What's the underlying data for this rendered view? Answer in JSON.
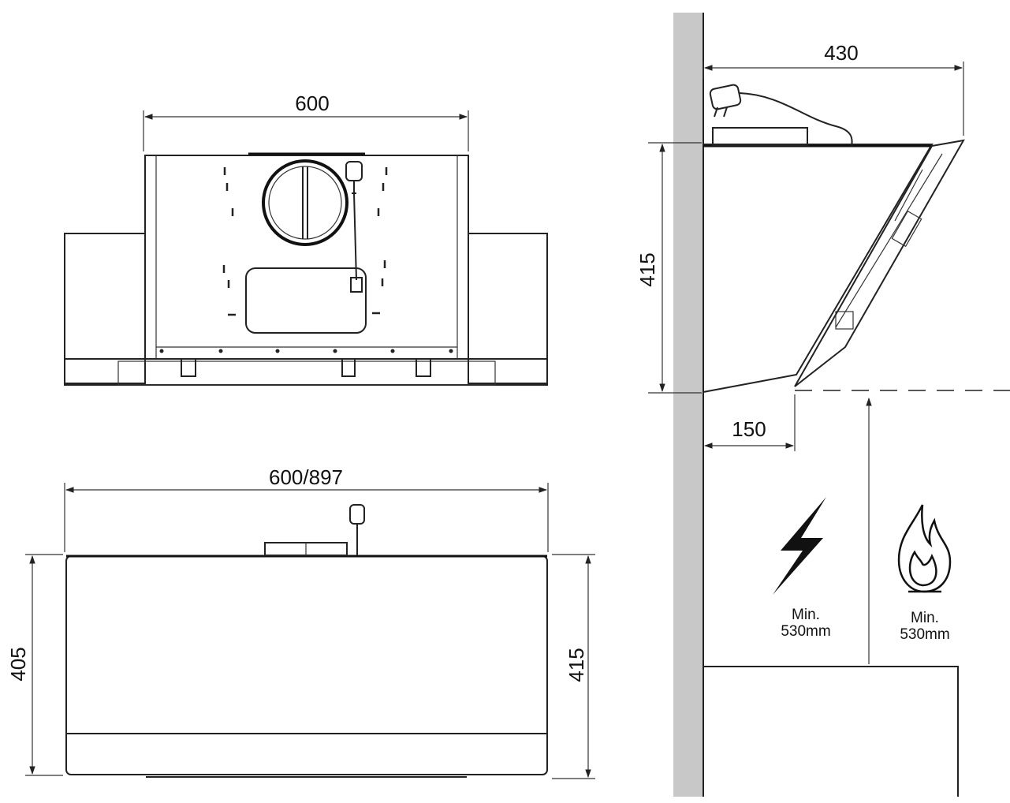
{
  "top_view": {
    "width_label": "600"
  },
  "front_view": {
    "width_label": "600/897",
    "left_height_label": "405",
    "right_height_label": "415"
  },
  "side_view": {
    "depth_label": "430",
    "height_label": "415",
    "offset_label": "150",
    "electric_clearance": {
      "line1": "Min.",
      "line2": "530mm"
    },
    "gas_clearance": {
      "line1": "Min.",
      "line2": "530mm"
    }
  },
  "colors": {
    "wall": "#c8c8c8",
    "line": "#222222"
  },
  "icons": [
    "lightning-icon",
    "flame-icon",
    "power-plug-icon",
    "fan-motor-icon"
  ]
}
